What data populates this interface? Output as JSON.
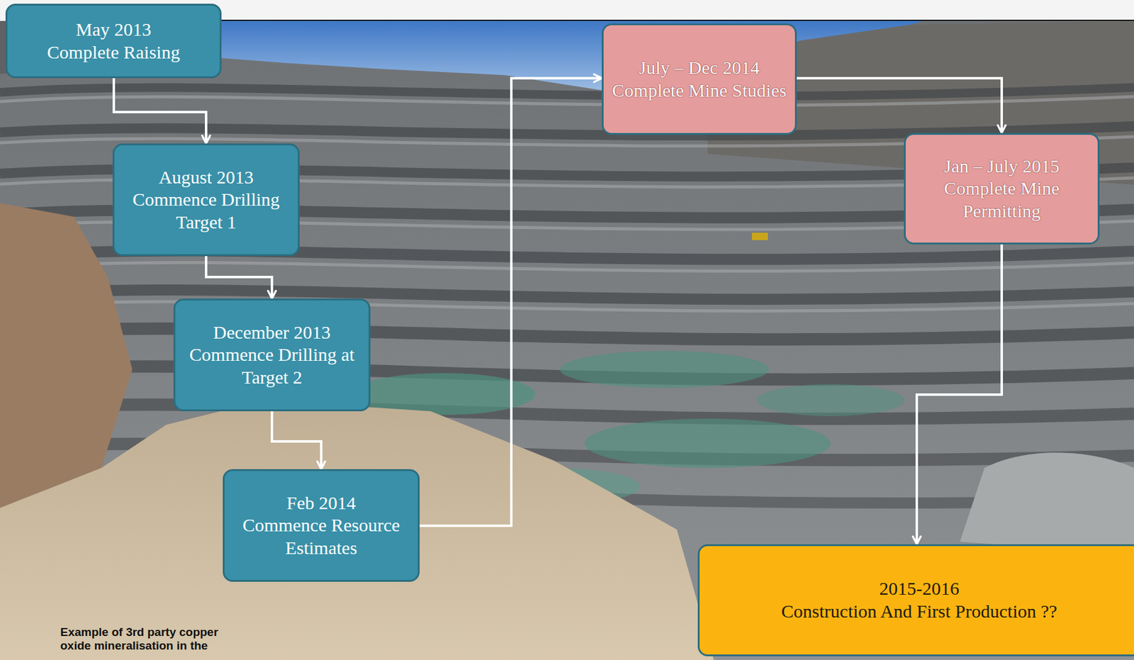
{
  "diagram": {
    "nodes": [
      {
        "text": [
          "May 2013",
          "Complete Raising"
        ]
      },
      {
        "text": [
          "August 2013",
          "Commence Drilling Target 1"
        ]
      },
      {
        "text": [
          "December 2013",
          "Commence Drilling at Target 2"
        ]
      },
      {
        "text": [
          "Feb 2014",
          "Commence Resource Estimates"
        ]
      },
      {
        "text": [
          "July – Dec 2014",
          "Complete Mine Studies"
        ]
      },
      {
        "text": [
          "Jan – July 2015",
          "Complete Mine Permitting"
        ]
      },
      {
        "text": [
          "2015-2016",
          "Construction And First Production ??"
        ]
      }
    ],
    "edges": [
      {
        "from": 0,
        "to": 1,
        "arrow": "to"
      },
      {
        "from": 1,
        "to": 2,
        "arrow": "to"
      },
      {
        "from": 2,
        "to": 3,
        "arrow": "to"
      },
      {
        "from": 3,
        "to": 4,
        "arrow": "to"
      },
      {
        "from": 4,
        "to": 5,
        "arrow": "to"
      },
      {
        "from": 5,
        "to": 6,
        "arrow": "to"
      }
    ],
    "labels": [
      "Example of 3rd party copper oxide mineralisation in the"
    ]
  }
}
